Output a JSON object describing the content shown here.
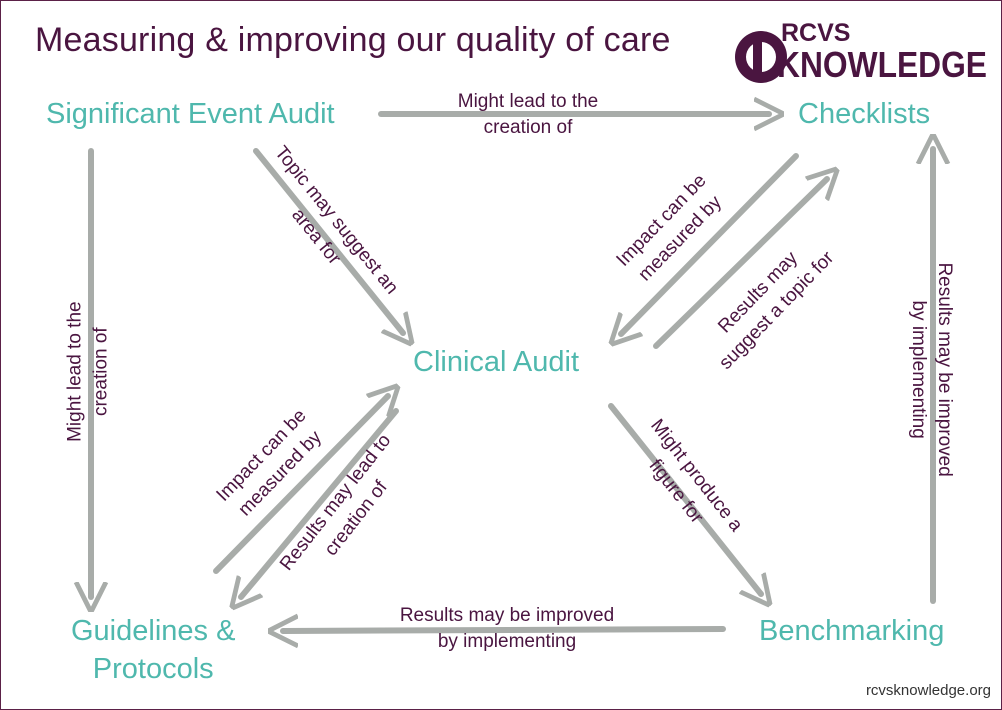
{
  "title": "Measuring & improving our quality of care",
  "logo": {
    "text_top": "RCVS",
    "text_bottom": "KNOWLEDGE"
  },
  "colors": {
    "node": "#4fb8ad",
    "label": "#4a1540",
    "arrow": "#a8aca9",
    "border": "#5b2147"
  },
  "nodes": {
    "sea": "Significant Event Audit",
    "checklists": "Checklists",
    "clinical": "Clinical Audit",
    "guidelines_line1": "Guidelines &",
    "guidelines_line2": "Protocols",
    "benchmarking": "Benchmarking"
  },
  "edges": {
    "sea_checklists": [
      "Might lead to the",
      "creation of"
    ],
    "sea_clinical": [
      "Topic may suggest an",
      "area for"
    ],
    "sea_guidelines": [
      "Might lead to the",
      "creation of"
    ],
    "checklists_to_clinical": [
      "Impact can be",
      "measured by"
    ],
    "clinical_to_checklists": [
      "Results may",
      "suggest a topic for"
    ],
    "benchmarking_checklists": [
      "Results may be improved",
      "by implementing"
    ],
    "guidelines_to_clinical": [
      "Impact can be",
      "measured by"
    ],
    "clinical_to_guidelines": [
      "Results may lead to",
      "creation of"
    ],
    "clinical_benchmarking": [
      "Might produce a",
      "figure for"
    ],
    "benchmarking_guidelines": [
      "Results may be improved",
      "by implementing"
    ]
  },
  "footer_url": "rcvsknowledge.org"
}
